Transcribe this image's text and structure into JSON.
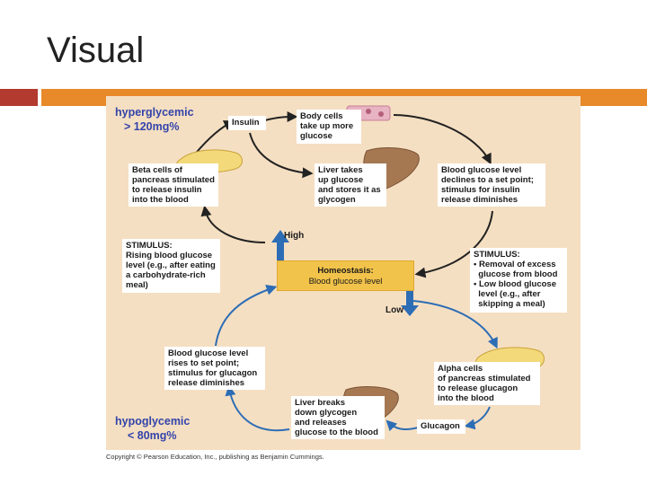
{
  "slide": {
    "title": "Visual"
  },
  "diagram": {
    "hyperglycemic_label": "hyperglycemic",
    "hyperglycemic_value": "> 120mg%",
    "hypoglycemic_label": "hypoglycemic",
    "hypoglycemic_value": "< 80mg%",
    "insulin_label": "Insulin",
    "glucagon_label": "Glucagon",
    "high_label": "High",
    "low_label": "Low",
    "homeostasis_title": "Homeostasis:",
    "homeostasis_sub": "Blood glucose level",
    "body_cells": [
      "Body cells",
      "take up more",
      "glucose"
    ],
    "beta_cells": [
      "Beta cells of",
      "pancreas stimulated",
      "to release insulin",
      "into the blood"
    ],
    "liver_takes": [
      "Liver takes",
      "up glucose",
      "and stores it as",
      "glycogen"
    ],
    "declines": [
      "Blood glucose level",
      "declines to a set point;",
      "stimulus for insulin",
      "release diminishes"
    ],
    "stimulus_left": [
      "STIMULUS:",
      "Rising blood glucose",
      "level (e.g., after eating",
      "a carbohydrate-rich",
      "meal)"
    ],
    "stimulus_right": [
      "STIMULUS:",
      "• Removal of excess",
      "  glucose from blood",
      "• Low blood glucose",
      "  level (e.g., after",
      "  skipping a meal)"
    ],
    "rises": [
      "Blood glucose level",
      "rises to set point;",
      "stimulus for glucagon",
      "release diminishes"
    ],
    "alpha_cells": [
      "Alpha cells",
      "of pancreas stimulated",
      "to release glucagon",
      "into the blood"
    ],
    "liver_breaks": [
      "Liver breaks",
      "down glycogen",
      "and releases",
      "glucose to the blood"
    ],
    "colors": {
      "panel_bg": "#f5dfc2",
      "homeostasis_bg": "#f2c34a",
      "blue_arrow": "#2d6db5",
      "dark_arrow": "#222222",
      "accent_red": "#b23a2e",
      "accent_orange": "#e8892a",
      "label_blue": "#3344aa"
    },
    "icons": [
      "pancreas-icon",
      "liver-icon",
      "body-cells-icon"
    ]
  },
  "footer": {
    "copyright": "Copyright © Pearson Education, Inc., publishing as Benjamin Cummings."
  }
}
